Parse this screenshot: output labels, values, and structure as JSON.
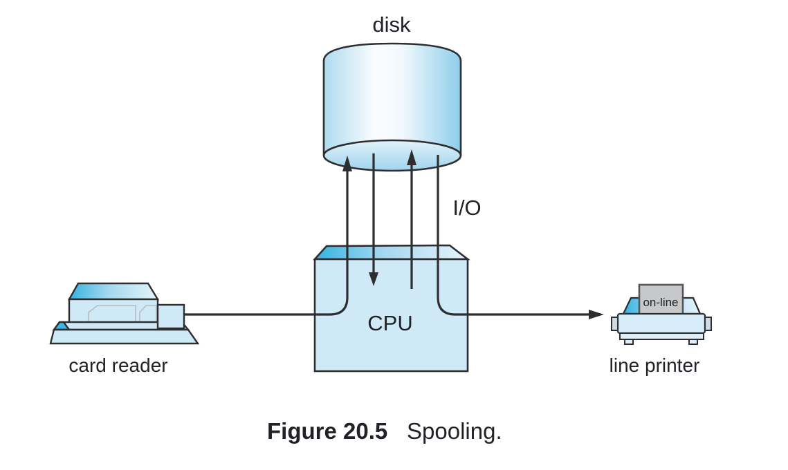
{
  "figure": {
    "caption_label": "Figure 20.5",
    "caption_title": "Spooling."
  },
  "labels": {
    "disk": "disk",
    "io": "I/O",
    "cpu": "CPU",
    "card_reader": "card reader",
    "line_printer": "line printer",
    "printer_status": "on-line"
  },
  "colors": {
    "background": "#ffffff",
    "outline": "#2e2e31",
    "fill_light_blue": "#cfe9f7",
    "fill_pale_blue": "#ddeffa",
    "accent_cyan": "#35b3e1",
    "paper_gray": "#c6c8ca",
    "panel_gray": "#b6bcc0",
    "text": "#202227"
  }
}
